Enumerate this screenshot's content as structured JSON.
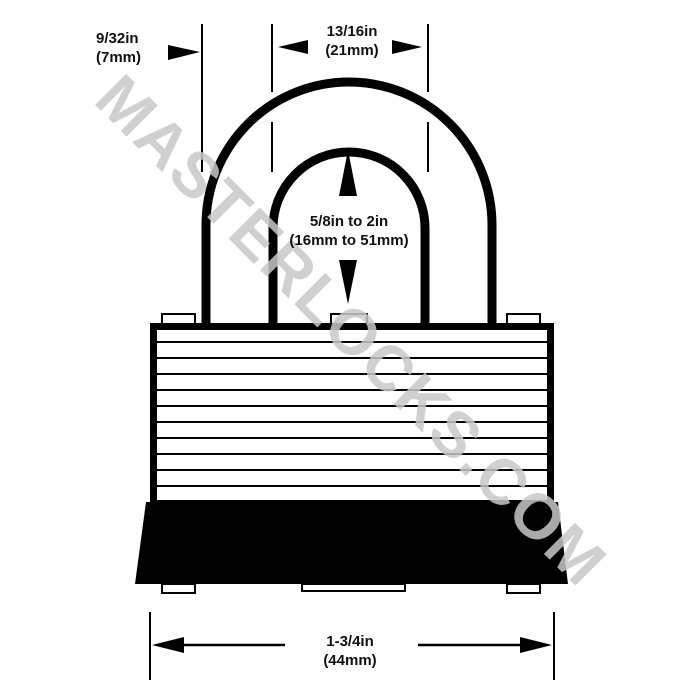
{
  "diagram": {
    "subject": "Laminated padlock dimension drawing",
    "watermark": "MASTERLOCKS.COM",
    "colors": {
      "line": "#000000",
      "background": "#ffffff",
      "watermark": "#c8c8c8",
      "text": "#111111"
    },
    "dimensions": {
      "shackle_diameter": {
        "imperial": "9/32in",
        "metric": "(7mm)"
      },
      "shackle_inner_width": {
        "imperial": "13/16in",
        "metric": "(21mm)"
      },
      "shackle_clearance": {
        "imperial": "5/8in to 2in",
        "metric": "(16mm to 51mm)"
      },
      "body_width": {
        "imperial": "1-3/4in",
        "metric": "(44mm)"
      }
    },
    "body": {
      "laminate_plate_count": 11
    }
  }
}
